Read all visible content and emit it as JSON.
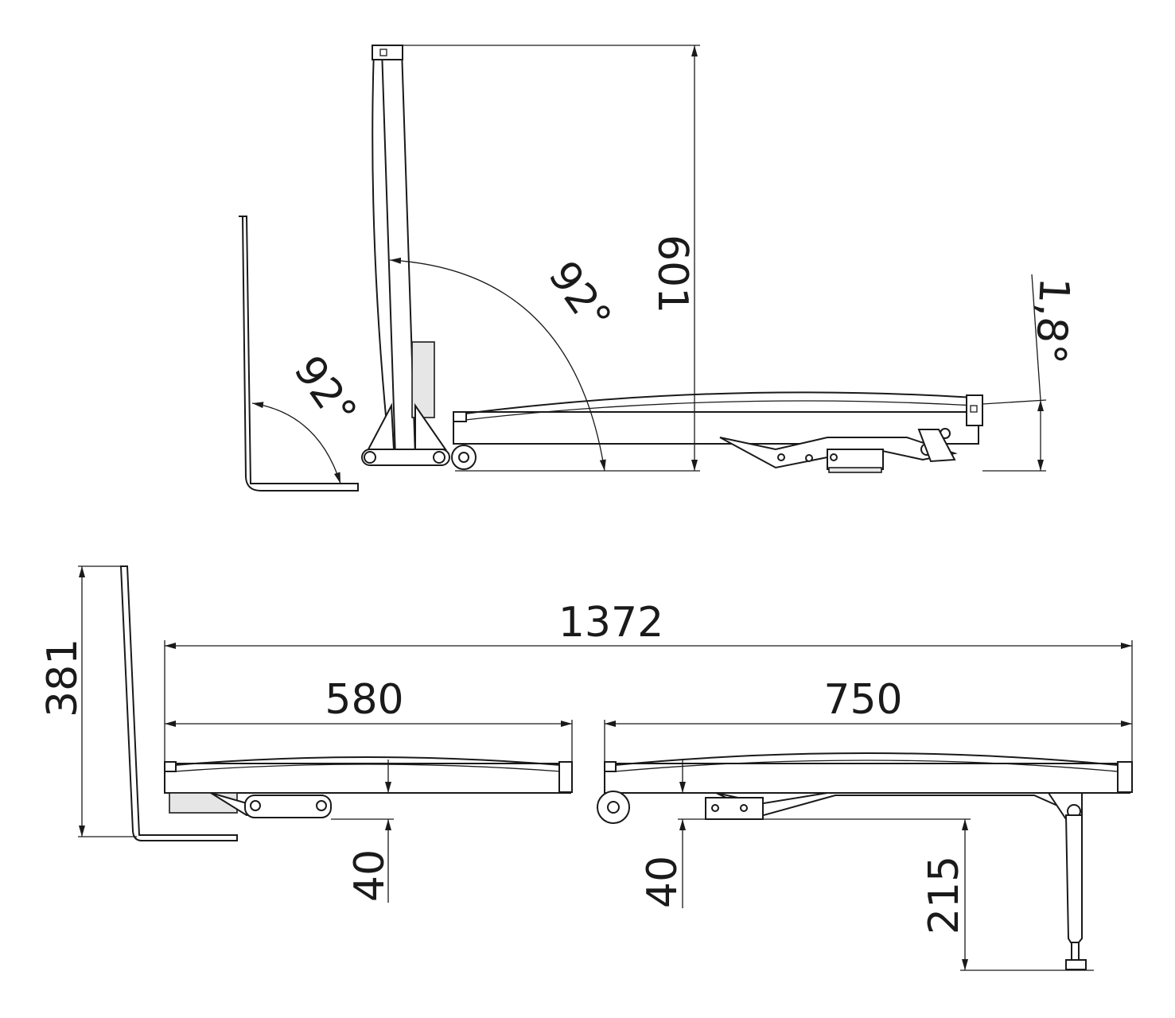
{
  "dimensions": {
    "height_raised": "601",
    "angle_headboard": "92°",
    "angle_wall": "92°",
    "tilt": "1,8°",
    "total_length": "1372",
    "head_section": "580",
    "foot_section": "750",
    "wall_height": "381",
    "clearance_head": "40",
    "clearance_foot": "40",
    "leg_height": "215"
  }
}
